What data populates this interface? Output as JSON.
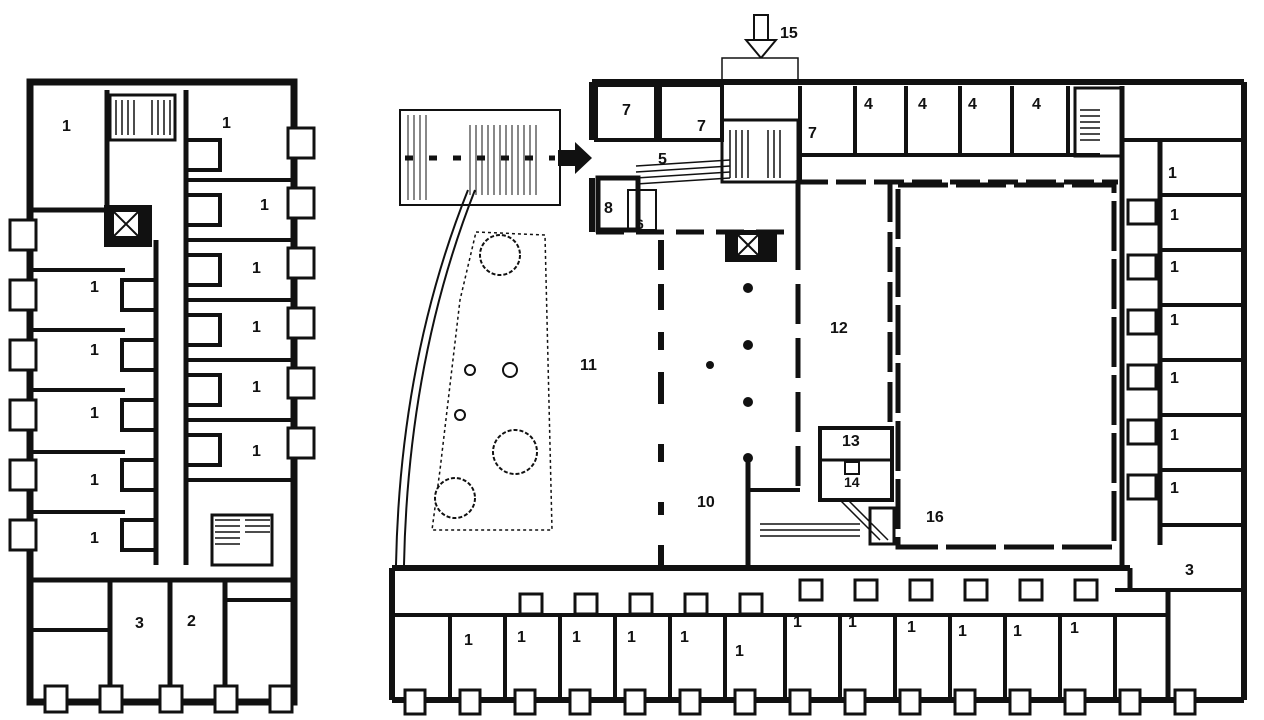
{
  "labels": {
    "l_w1a": "1",
    "l_w1b": "1",
    "l_w1c": "1",
    "l_w1d": "1",
    "l_w1e": "1",
    "l_w1f": "1",
    "l_w1g": "1",
    "l_w1h": "1",
    "l_w1i": "1",
    "l_w1j": "1",
    "l_w1k": "1",
    "l_w1l": "1",
    "l_w3": "3",
    "l_w2": "2",
    "l_7a": "7",
    "l_7b": "7",
    "l_7c": "7",
    "l_5": "5",
    "l_8": "8",
    "l_6": "6",
    "l_4a": "4",
    "l_4b": "4",
    "l_4c": "4",
    "l_4d": "4",
    "l_15": "15",
    "l_11": "11",
    "l_12": "12",
    "l_10": "10",
    "l_13": "13",
    "l_14": "14",
    "l_16": "16",
    "l_3b": "3",
    "l_e1a": "1",
    "l_e1b": "1",
    "l_e1c": "1",
    "l_e1d": "1",
    "l_e1e": "1",
    "l_e1f": "1",
    "l_e1g": "1",
    "l_b1a": "1",
    "l_b1b": "1",
    "l_b1c": "1",
    "l_b1d": "1",
    "l_b1e": "1",
    "l_b1f": "1",
    "l_b1g": "1",
    "l_b1h": "1",
    "l_b1i": "1",
    "l_b1j": "1",
    "l_b1k": "1",
    "l_b1l": "1"
  }
}
